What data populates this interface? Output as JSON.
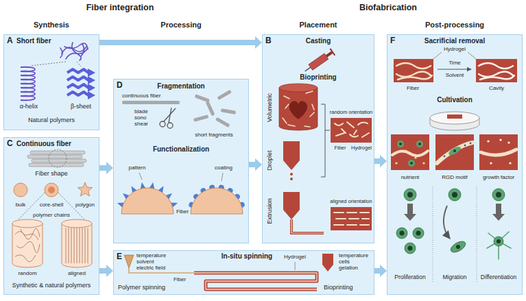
{
  "diagram": {
    "nodes": [
      {
        "text": [
          "A",
          "Short fiber",
          "α-helix",
          "β-sheet",
          "Natural polymers"
        ]
      },
      {
        "text": [
          "B",
          "Casting",
          "Bioprinting",
          "Volumetric",
          "Droplet",
          "Extrusion",
          "random orientation",
          "Fiber",
          "Hydrogel",
          "aligned orientation"
        ]
      },
      {
        "text": [
          "C",
          "Continuous fiber",
          "Fiber shape",
          "bulk",
          "core-shell",
          "polygon",
          "polymer chains",
          "random",
          "aligned",
          "Synthetic & natural polymers"
        ]
      },
      {
        "text": [
          "D",
          "Fragmentation",
          "continuous fiber",
          "blade sono shear",
          "short fragments",
          "Functionalization",
          "pattern",
          "coating",
          "Fiber"
        ]
      },
      {
        "text": [
          "E",
          "In-situ spinning",
          "temperature solvent electric field",
          "Polymer spinning",
          "Fiber",
          "Hydrogel",
          "temperature cells gelation",
          "Bioprinting"
        ]
      },
      {
        "text": [
          "F",
          "Sacrificial removal",
          "Hydrogel",
          "Time",
          "Solvent",
          "Fiber",
          "Cavity",
          "Cultivation",
          "nutrient",
          "RGD motif",
          "growth factor",
          "Proliferation",
          "Migration",
          "Differentiation"
        ]
      }
    ],
    "edges": [
      {
        "from": 0,
        "to": 1,
        "arrow": "to"
      },
      {
        "from": 2,
        "to": 3,
        "arrow": "to"
      },
      {
        "from": 3,
        "to": 1,
        "arrow": "to"
      },
      {
        "from": 2,
        "to": 4,
        "arrow": "to"
      },
      {
        "from": 1,
        "to": 5,
        "arrow": "to"
      },
      {
        "from": 4,
        "to": 5,
        "arrow": "to"
      }
    ],
    "labels": [
      "Fiber integration",
      "Biofabrication",
      "Synthesis",
      "Processing",
      "Placement",
      "Post-processing"
    ]
  }
}
